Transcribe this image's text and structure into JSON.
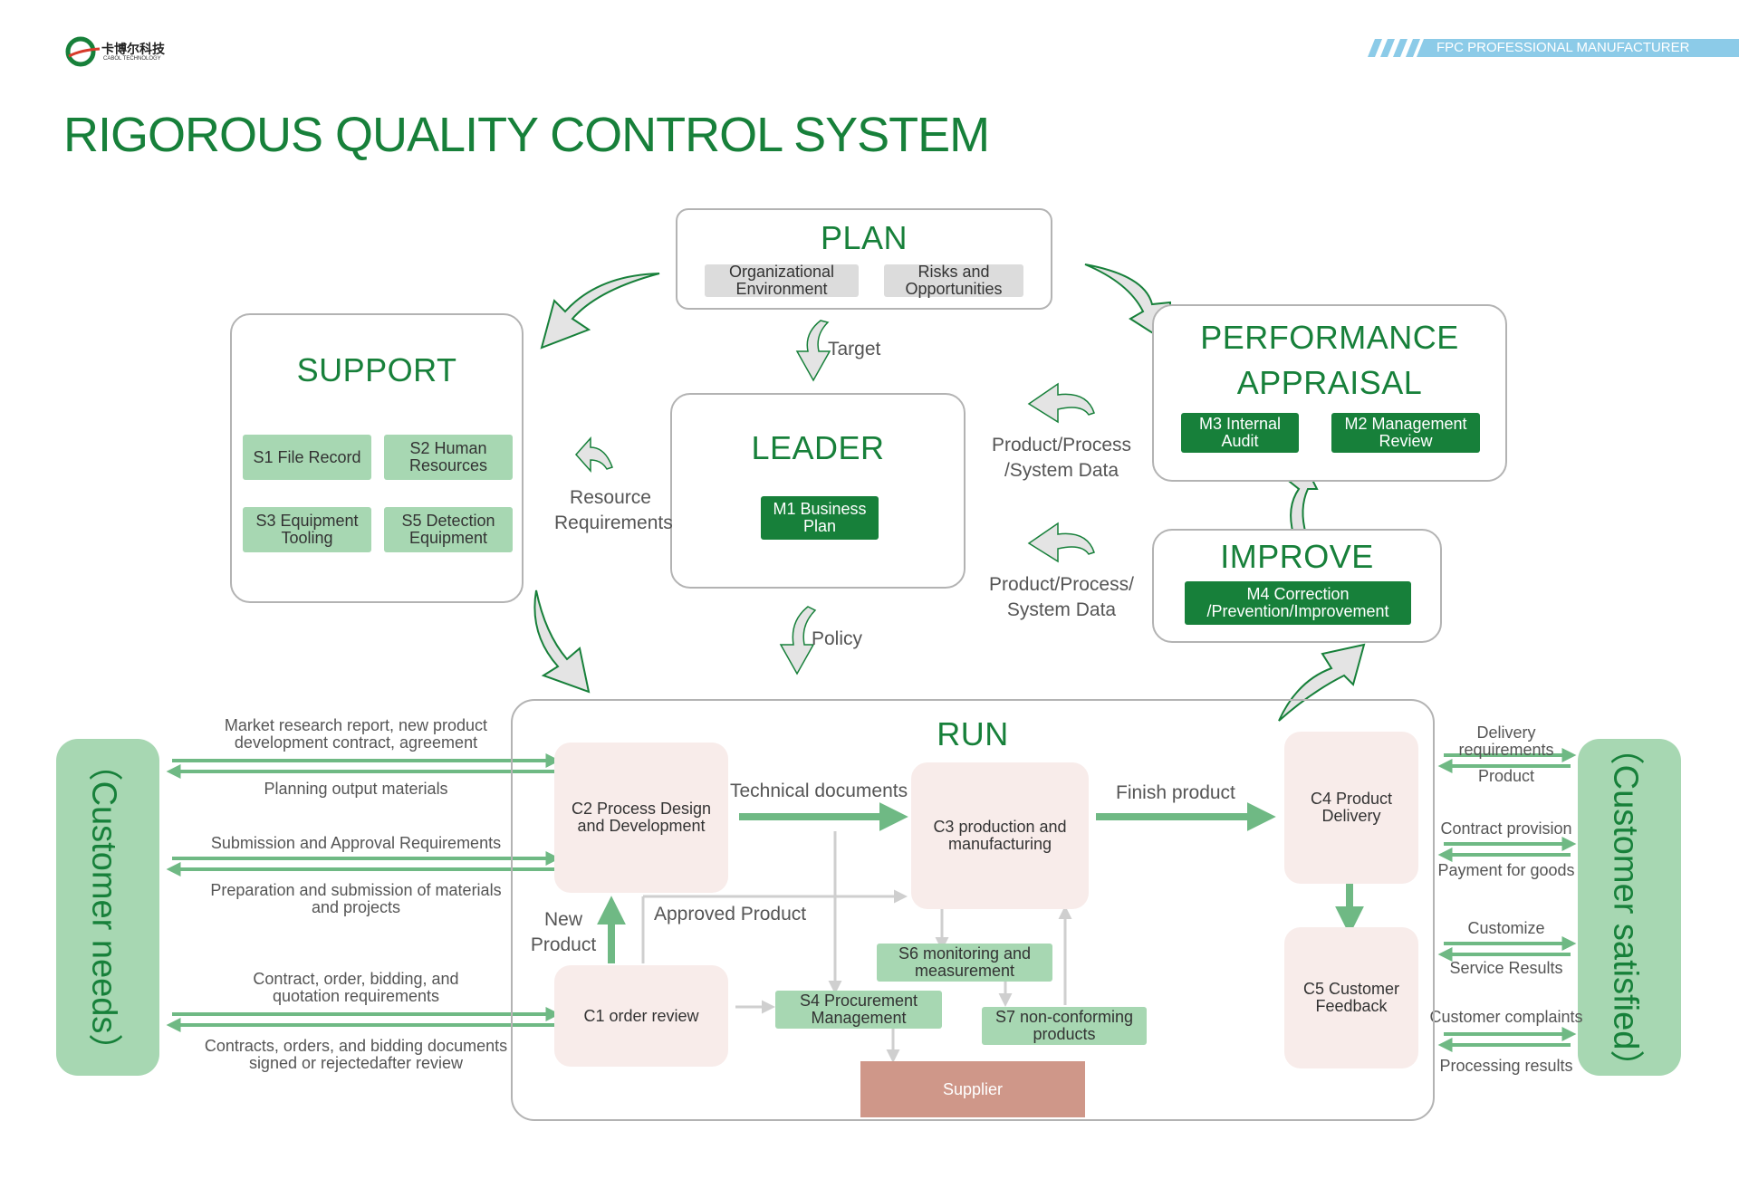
{
  "brand": {
    "name_cn": "卡博尔科技",
    "name_en": "CABOL TECHNOLOGY"
  },
  "header_tag": "FPC PROFESSIONAL MANUFACTURER",
  "page_title": "RIGOROUS QUALITY CONTROL SYSTEM",
  "plan": {
    "title": "PLAN",
    "items": [
      "Organizational Environment",
      "Risks and Opportunities"
    ]
  },
  "support": {
    "title": "SUPPORT",
    "items": [
      "S1 File Record",
      "S2 Human Resources",
      "S3 Equipment Tooling",
      "S5 Detection Equipment"
    ]
  },
  "leader": {
    "title": "LEADER",
    "item": "M1 Business Plan"
  },
  "performance": {
    "title_line1": "PERFORMANCE",
    "title_line2": "APPRAISAL",
    "items": [
      "M3 Internal Audit",
      "M2 Management Review"
    ]
  },
  "improve": {
    "title": "IMPROVE",
    "item": "M4 Correction /Prevention/Improvement"
  },
  "flow_labels": {
    "target": "Target",
    "policy": "Policy",
    "resource_req": "Resource Requirements",
    "product_data_1": "Product/Process /System Data",
    "product_data_2": "Product/Process/ System Data"
  },
  "run": {
    "title": "RUN",
    "c1": "C1 order review",
    "c2": "C2 Process Design and Development",
    "c3": "C3 production and manufacturing",
    "c4": "C4 Product Delivery",
    "c5": "C5 Customer Feedback",
    "s4": "S4 Procurement Management",
    "s6": "S6 monitoring and measurement",
    "s7": "S7 non-conforming products",
    "supplier": "Supplier",
    "technical_documents": "Technical documents",
    "finish_product": "Finish product",
    "approved_product": "Approved Product",
    "new_product": "New Product"
  },
  "left_labels": [
    "Market research report, new product development contract, agreement",
    "Planning output materials",
    "Submission and Approval Requirements",
    "Preparation and submission of materials and projects",
    "Contract, order, bidding, and quotation requirements",
    "Contracts, orders, and bidding documents signed or rejectedafter review"
  ],
  "right_labels": [
    "Delivery requirements",
    "Product",
    "Contract provision",
    "Payment for goods",
    "Customize",
    "Service Results",
    "Customer complaints",
    "Processing results"
  ],
  "customer_needs": "（Customer needs）",
  "customer_satisfied": "（Customer satisfied）",
  "colors": {
    "green": "#17803a",
    "light_green": "#a7d7b2",
    "arrow_green": "#6fb984",
    "pink": "#f8ecea",
    "grey": "#dcdcdc",
    "supplier": "#cf9789",
    "header_blue": "#8ccbe8"
  }
}
